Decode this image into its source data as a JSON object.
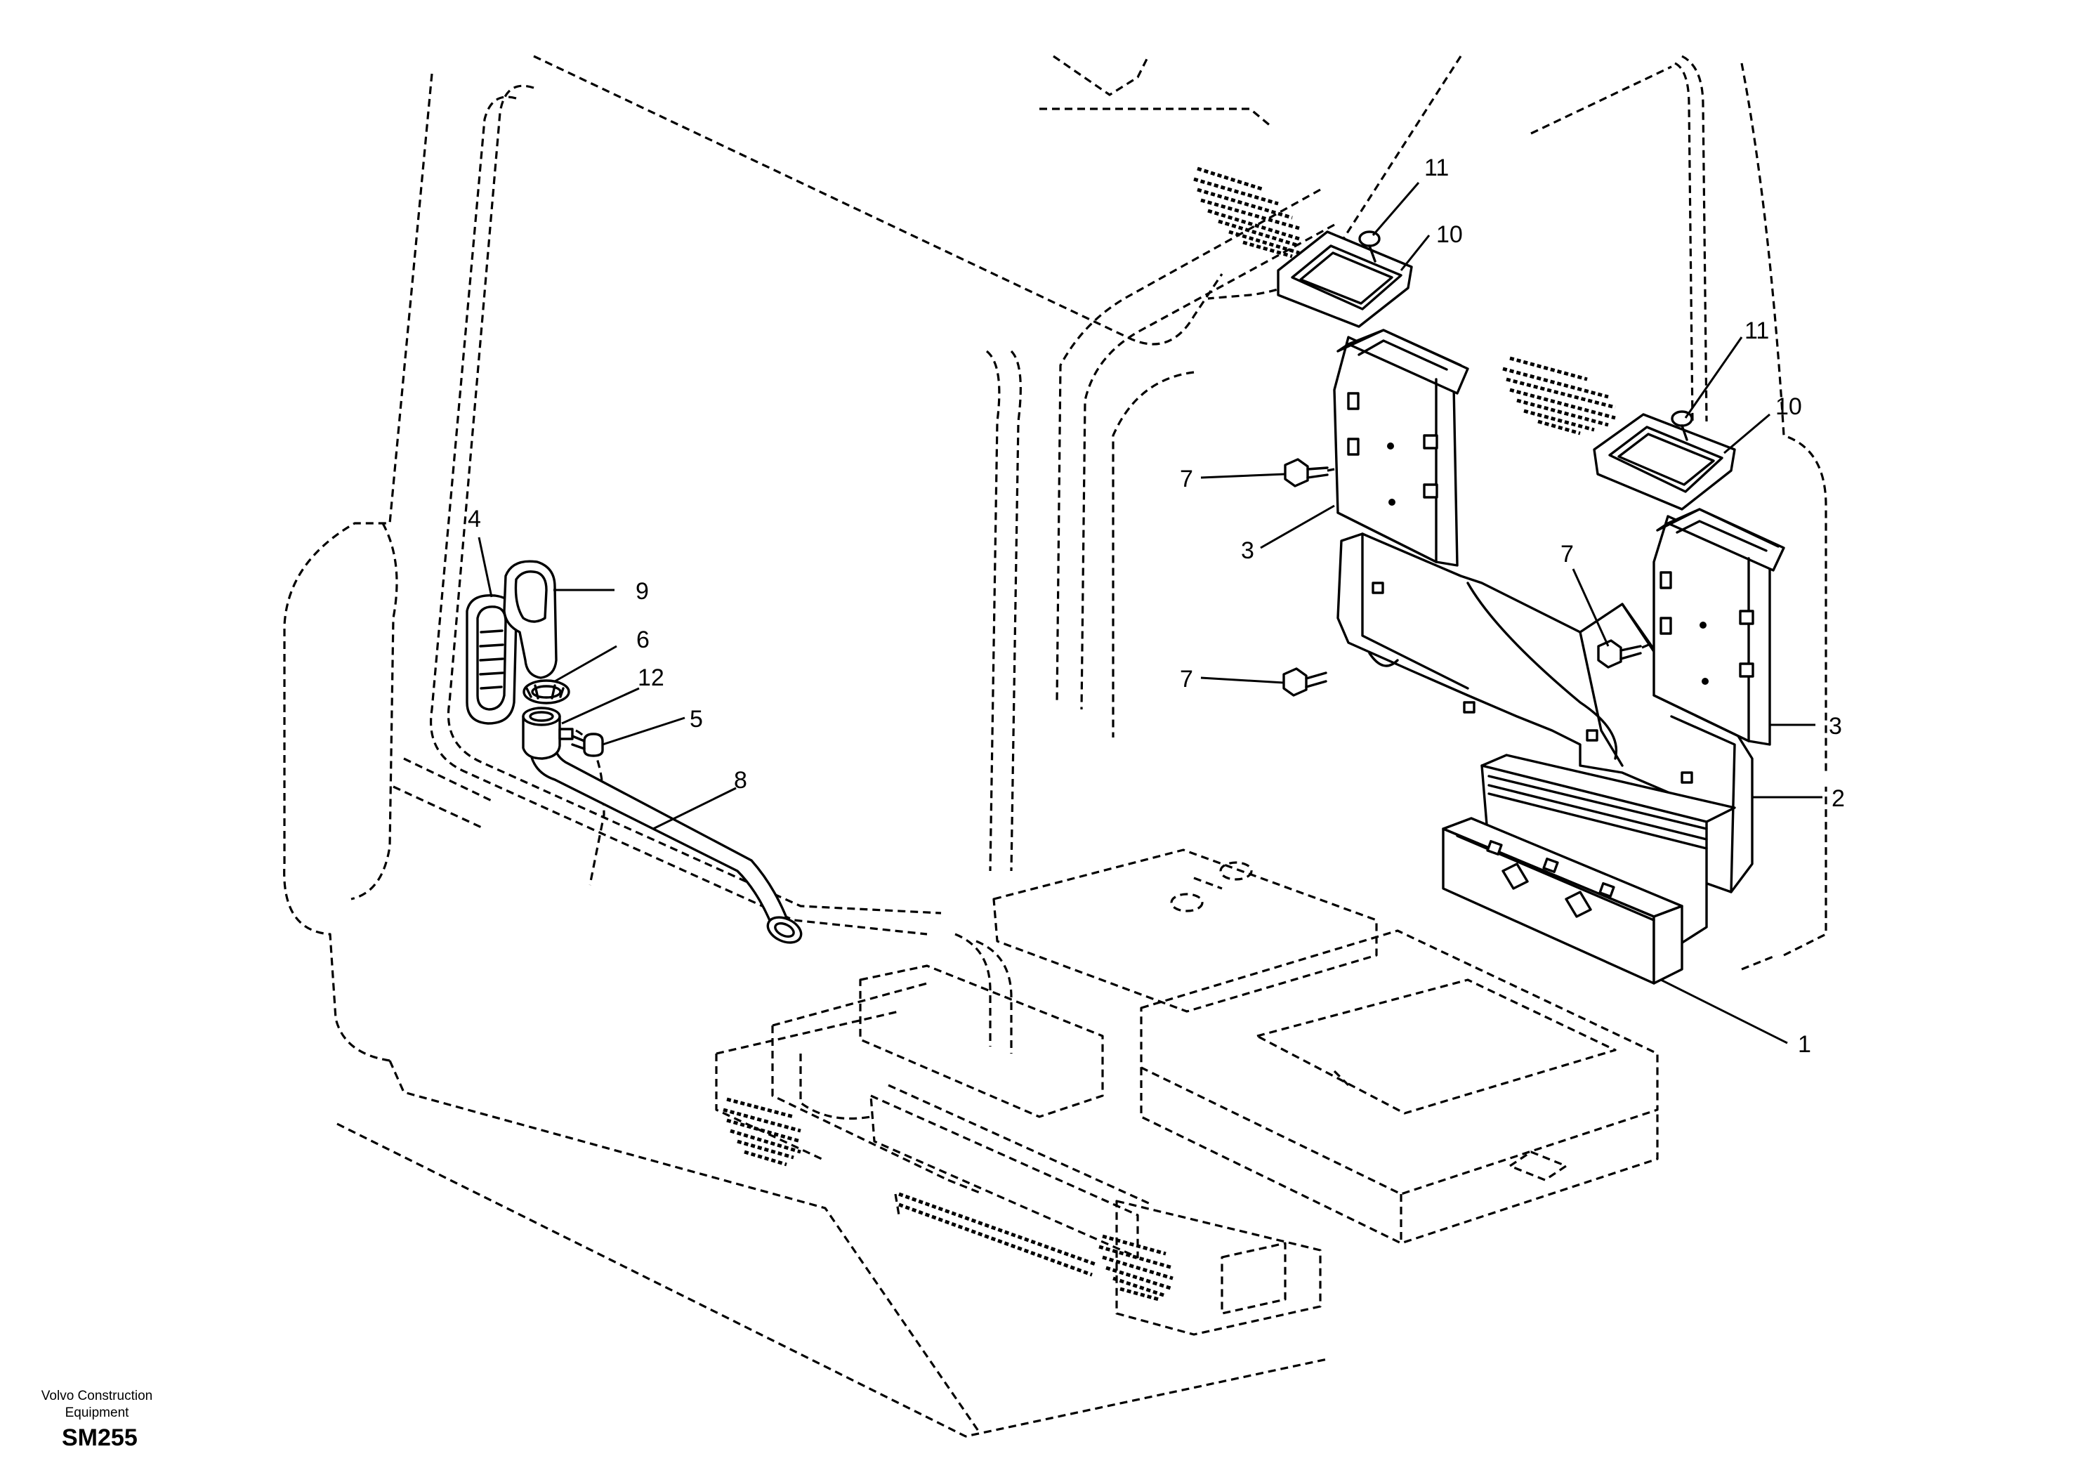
{
  "footer": {
    "brand_line1": "Volvo Construction",
    "brand_line2": "Equipment",
    "drawing_code": "SM255"
  },
  "callouts": [
    {
      "id": "callout-1",
      "label": "1"
    },
    {
      "id": "callout-2",
      "label": "2"
    },
    {
      "id": "callout-3-right",
      "label": "3"
    },
    {
      "id": "callout-3-left",
      "label": "3"
    },
    {
      "id": "callout-4",
      "label": "4"
    },
    {
      "id": "callout-5",
      "label": "5"
    },
    {
      "id": "callout-6",
      "label": "6"
    },
    {
      "id": "callout-7-upper",
      "label": "7"
    },
    {
      "id": "callout-7-lower",
      "label": "7"
    },
    {
      "id": "callout-7-right",
      "label": "7"
    },
    {
      "id": "callout-8",
      "label": "8"
    },
    {
      "id": "callout-9",
      "label": "9"
    },
    {
      "id": "callout-10-left",
      "label": "10"
    },
    {
      "id": "callout-10-right",
      "label": "10"
    },
    {
      "id": "callout-11-left",
      "label": "11"
    },
    {
      "id": "callout-11-right",
      "label": "11"
    },
    {
      "id": "callout-12",
      "label": "12"
    }
  ]
}
